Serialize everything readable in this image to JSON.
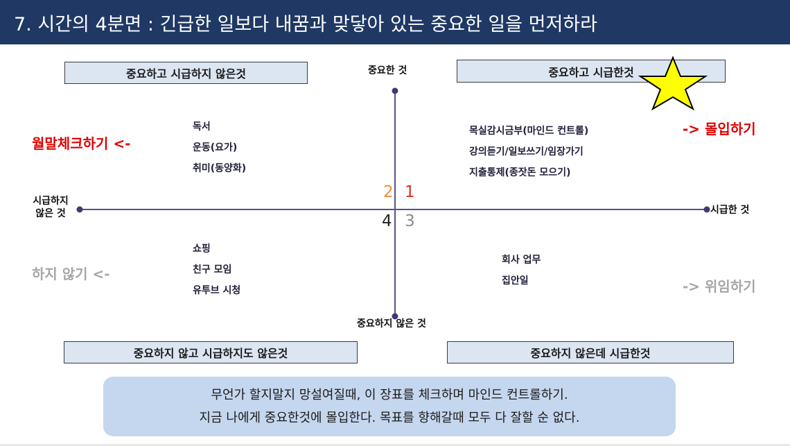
{
  "title": "7. 시간의 4분면 : 긴급한 일보다 내꿈과 맞닿아 있는 중요한 일을 먼저하라",
  "quadrant_boxes": {
    "top_left": "중요하고 시급하지 않은것",
    "top_right": "중요하고 시급한것",
    "bottom_left": "중요하지 않고 시급하지도 않은것",
    "bottom_right": "중요하지 않은데 시급한것"
  },
  "axis_labels": {
    "top": "중요한 것",
    "bottom": "중요하지 않은 것",
    "right": "시급한 것",
    "left_line1": "시급하지",
    "left_line2": "않은 것"
  },
  "quadrant_numbers": {
    "q1": "1",
    "q2": "2",
    "q3": "3",
    "q4": "4"
  },
  "quadrant_items": {
    "top_left": [
      "독서",
      "운동(요가)",
      "취미(동양화)"
    ],
    "top_right": [
      "목실감시금부(마인드 컨트롤)",
      "강의듣기/일보쓰기/임장가기",
      "지출통제(종잣돈 모으기)"
    ],
    "bottom_left": [
      "쇼핑",
      "친구 모임",
      "유투브 시청"
    ],
    "bottom_right": [
      "회사 업무",
      "집안일"
    ]
  },
  "actions": {
    "top_left": "월말체크하기 <-",
    "top_right": "-> 몰입하기",
    "bottom_left": "하지 않기 <-",
    "bottom_right": "-> 위임하기"
  },
  "footer": {
    "line1": "무언가 할지말지 망설여질때, 이 장표를 체크하며 마인드 컨트롤하기.",
    "line2": "지금 나에게 중요한것에 몰입한다. 목표를 향해갈때 모두 다 잘할 순 없다."
  },
  "icons": {
    "star": "star-icon"
  },
  "colors": {
    "title_bg": "#1f3864",
    "box_bg": "#dce6f2",
    "axis": "#5b4f86",
    "red_action": "#e00000",
    "gray_action": "#a6a6a6",
    "star": "#ffff00",
    "footer_bg": "#c5d7ee"
  }
}
